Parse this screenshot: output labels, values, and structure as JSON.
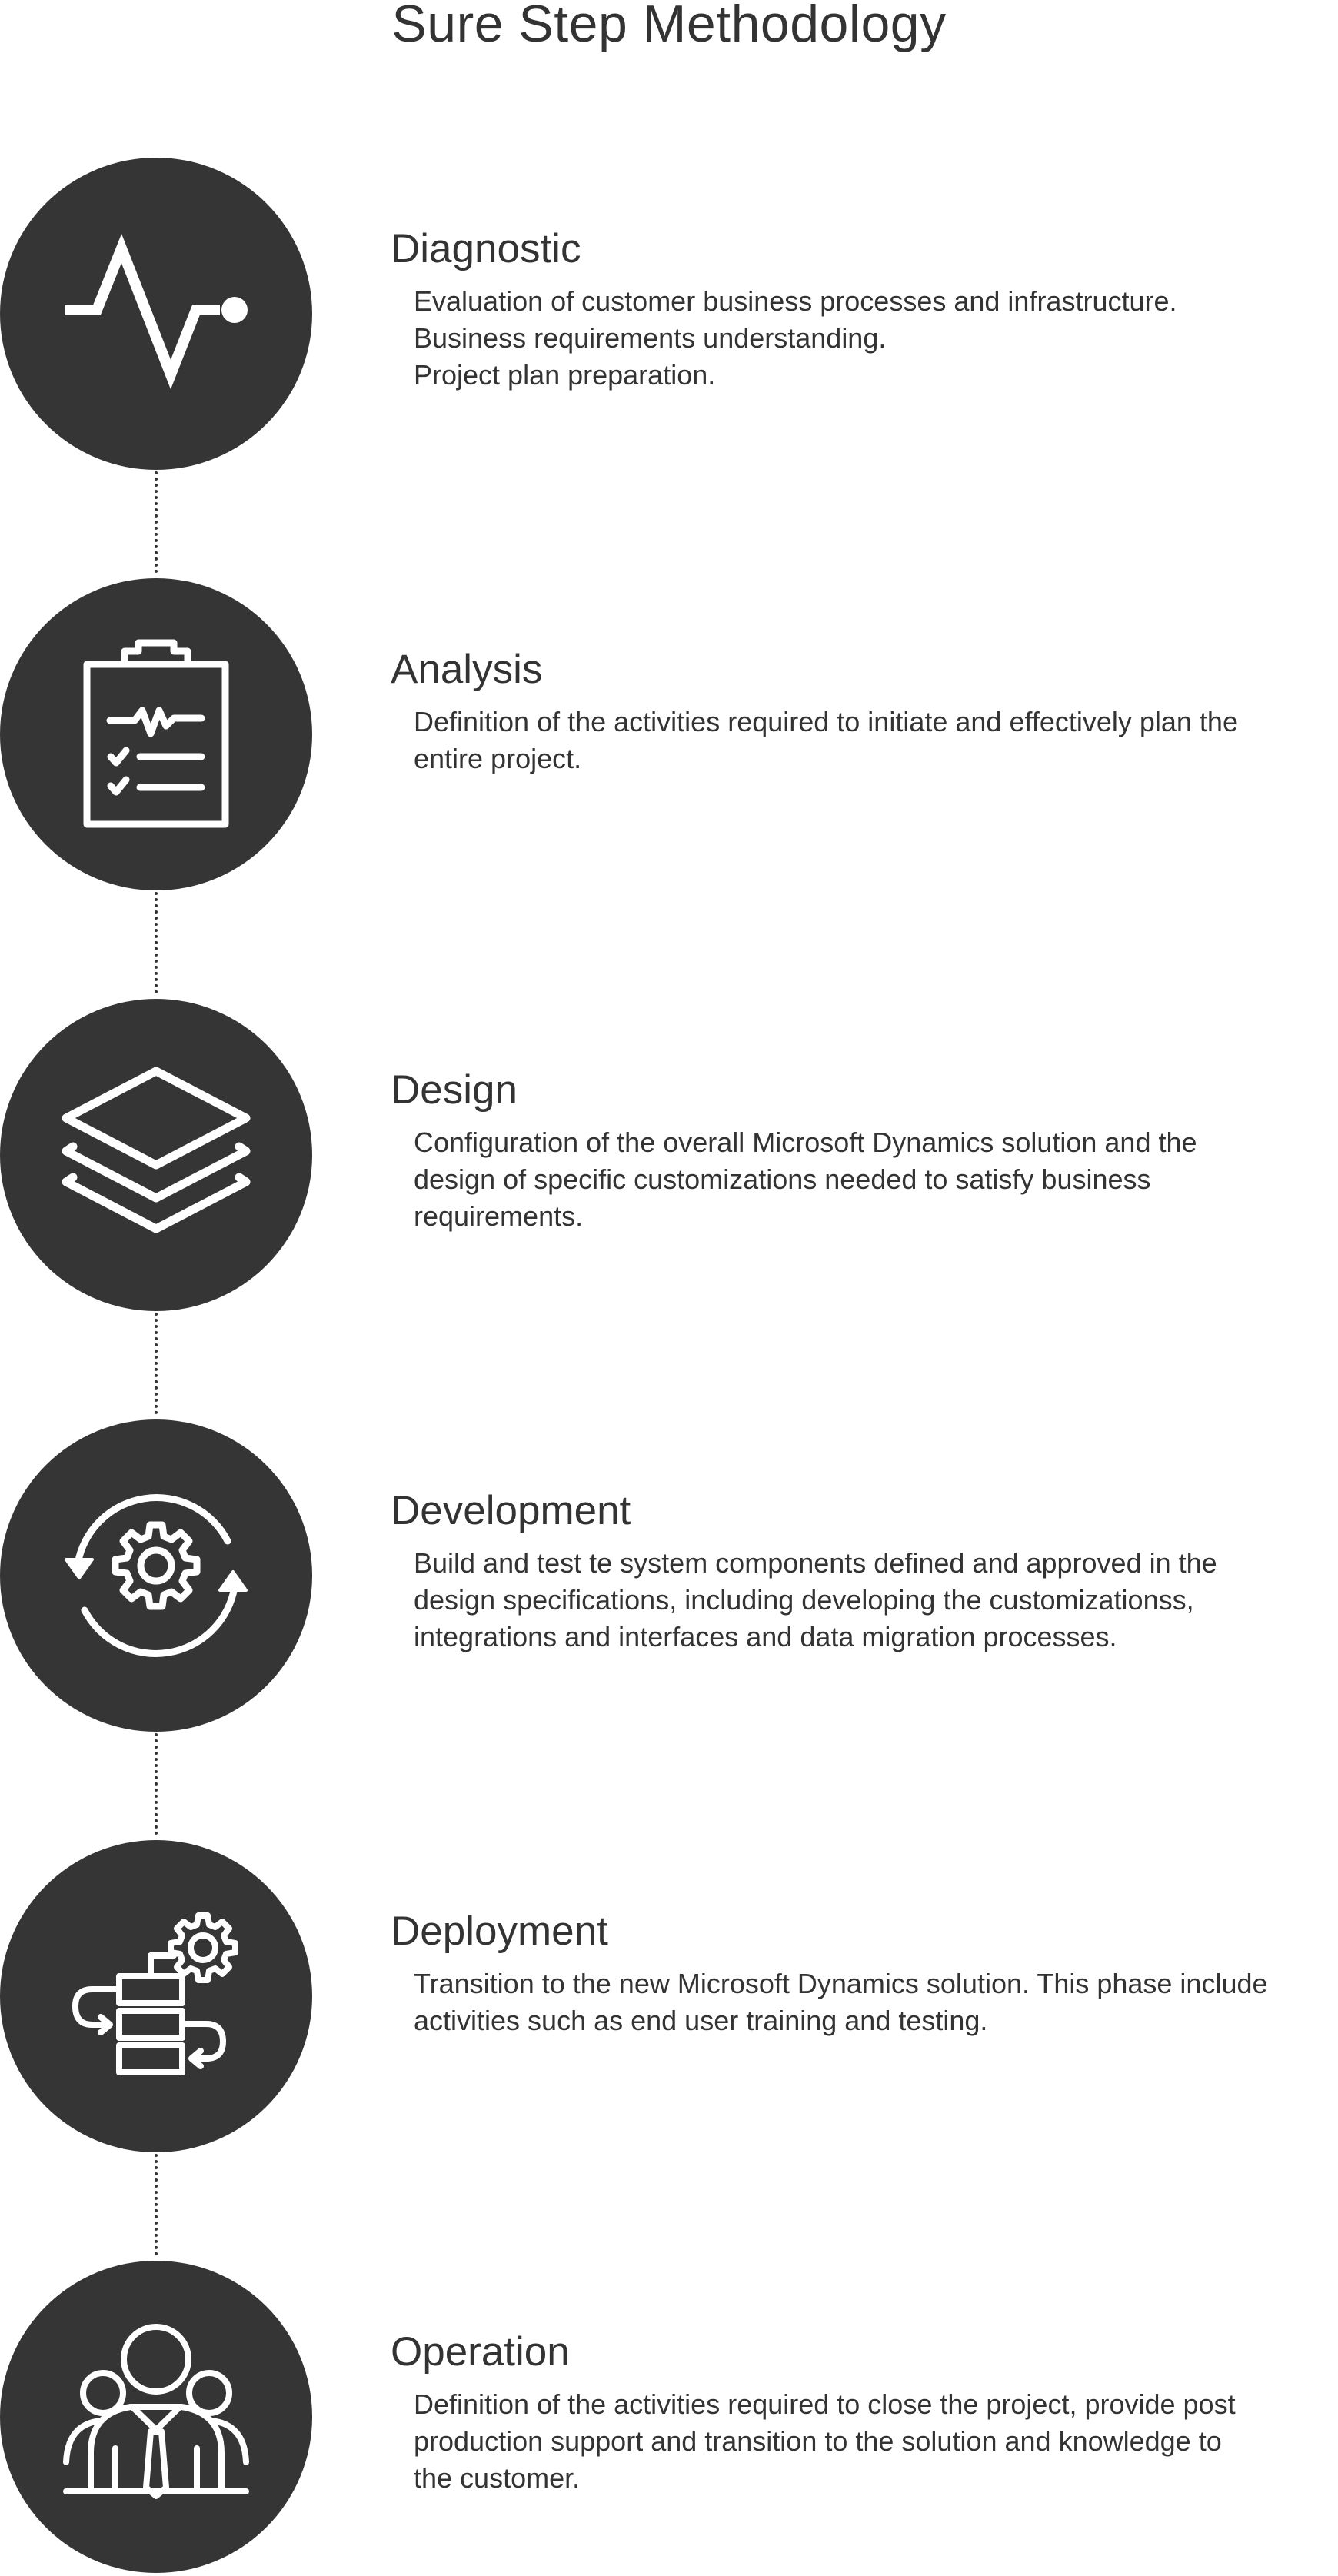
{
  "title": "Sure Step Methodology",
  "colors": {
    "circle_fill": "#353535",
    "icon_stroke": "#ffffff",
    "text": "#333333",
    "connector": "#333333"
  },
  "steps": [
    {
      "title": "Diagnostic",
      "icon": "pulse-line-icon",
      "lines": [
        "Evaluation of customer business processes and infrastructure.",
        "Business requirements understanding.",
        "Project plan preparation."
      ]
    },
    {
      "title": "Analysis",
      "icon": "clipboard-checklist-icon",
      "lines": [
        "Definition of the activities required to initiate and effectively plan the",
        "entire project."
      ]
    },
    {
      "title": "Design",
      "icon": "layers-icon",
      "lines": [
        "Configuration of the overall Microsoft Dynamics solution and the",
        "design of specific customizations needed to satisfy business",
        "requirements."
      ]
    },
    {
      "title": "Development",
      "icon": "gear-cycle-icon",
      "lines": [
        "Build and test te system components defined and approved in the",
        "design specifications, including developing the customizationss,",
        "integrations and interfaces and data migration processes."
      ]
    },
    {
      "title": "Deployment",
      "icon": "process-flow-gear-icon",
      "lines": [
        "Transition to the new Microsoft Dynamics solution. This phase include",
        "activities such as end user training and testing."
      ]
    },
    {
      "title": "Operation",
      "icon": "team-people-icon",
      "lines": [
        "Definition of the activities required to close the project, provide post",
        "production support and transition to the solution and knowledge to",
        "the customer."
      ]
    }
  ]
}
